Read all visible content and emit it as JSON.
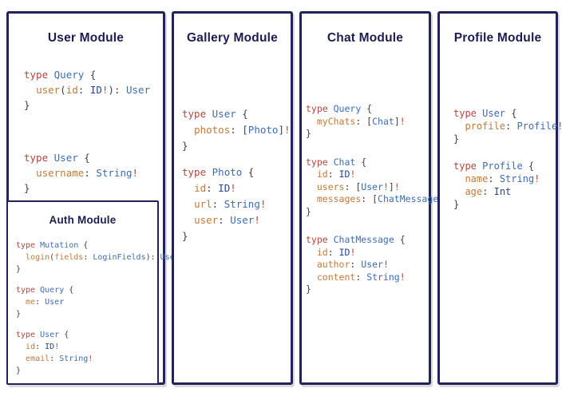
{
  "colors": {
    "panel_border": "#23235a",
    "title_text": "#1d1d4f",
    "keyword": "#b1483e",
    "type_name": "#3c6cb4",
    "scalar_type": "#24468e",
    "field_name": "#c3793b",
    "punctuation": "#3f3f46",
    "bang": "#b1483e",
    "background": "#ffffff"
  },
  "panels": {
    "user": {
      "title": "User Module",
      "code": [
        [
          [
            [
              "k",
              "type "
            ],
            [
              "t",
              "Query "
            ],
            [
              "p",
              "{"
            ]
          ],
          [
            [
              "p",
              "  "
            ],
            [
              "f",
              "user"
            ],
            [
              "p",
              "("
            ],
            [
              "f",
              "id"
            ],
            [
              "p",
              ": "
            ],
            [
              "s",
              "ID"
            ],
            [
              "b",
              "!"
            ],
            [
              "p",
              "): "
            ],
            [
              "t",
              "User"
            ]
          ],
          [
            [
              "p",
              "}"
            ]
          ]
        ],
        [
          [
            [
              "k",
              "type "
            ],
            [
              "t",
              "User "
            ],
            [
              "p",
              "{"
            ]
          ],
          [
            [
              "p",
              "  "
            ],
            [
              "f",
              "username"
            ],
            [
              "p",
              ": "
            ],
            [
              "t",
              "String"
            ],
            [
              "b",
              "!"
            ]
          ],
          [
            [
              "p",
              "}"
            ]
          ]
        ]
      ]
    },
    "auth": {
      "title": "Auth Module",
      "code": [
        [
          [
            [
              "k",
              "type "
            ],
            [
              "t",
              "Mutation "
            ],
            [
              "p",
              "{"
            ]
          ],
          [
            [
              "p",
              "  "
            ],
            [
              "f",
              "login"
            ],
            [
              "p",
              "("
            ],
            [
              "f",
              "fields"
            ],
            [
              "p",
              ": "
            ],
            [
              "t",
              "LoginFields"
            ],
            [
              "p",
              "): "
            ],
            [
              "t",
              "User"
            ]
          ],
          [
            [
              "p",
              "}"
            ]
          ]
        ],
        [
          [
            [
              "k",
              "type "
            ],
            [
              "t",
              "Query "
            ],
            [
              "p",
              "{"
            ]
          ],
          [
            [
              "p",
              "  "
            ],
            [
              "f",
              "me"
            ],
            [
              "p",
              ": "
            ],
            [
              "t",
              "User"
            ]
          ],
          [
            [
              "p",
              "}"
            ]
          ]
        ],
        [
          [
            [
              "k",
              "type "
            ],
            [
              "t",
              "User "
            ],
            [
              "p",
              "{"
            ]
          ],
          [
            [
              "p",
              "  "
            ],
            [
              "f",
              "id"
            ],
            [
              "p",
              ": "
            ],
            [
              "s",
              "ID"
            ],
            [
              "b",
              "!"
            ]
          ],
          [
            [
              "p",
              "  "
            ],
            [
              "f",
              "email"
            ],
            [
              "p",
              ": "
            ],
            [
              "t",
              "String"
            ],
            [
              "b",
              "!"
            ]
          ],
          [
            [
              "p",
              "}"
            ]
          ]
        ]
      ]
    },
    "gallery": {
      "title": "Gallery Module",
      "code": [
        [
          [
            [
              "k",
              "type "
            ],
            [
              "t",
              "User "
            ],
            [
              "p",
              "{"
            ]
          ],
          [
            [
              "p",
              "  "
            ],
            [
              "f",
              "photos"
            ],
            [
              "p",
              ": ["
            ],
            [
              "t",
              "Photo"
            ],
            [
              "p",
              "]"
            ],
            [
              "b",
              "!"
            ]
          ],
          [
            [
              "p",
              "}"
            ]
          ]
        ],
        [
          [
            [
              "k",
              "type "
            ],
            [
              "t",
              "Photo "
            ],
            [
              "p",
              "{"
            ]
          ],
          [
            [
              "p",
              "  "
            ],
            [
              "f",
              "id"
            ],
            [
              "p",
              ": "
            ],
            [
              "s",
              "ID"
            ],
            [
              "b",
              "!"
            ]
          ],
          [
            [
              "p",
              "  "
            ],
            [
              "f",
              "url"
            ],
            [
              "p",
              ": "
            ],
            [
              "t",
              "String"
            ],
            [
              "b",
              "!"
            ]
          ],
          [
            [
              "p",
              "  "
            ],
            [
              "f",
              "user"
            ],
            [
              "p",
              ": "
            ],
            [
              "t",
              "User"
            ],
            [
              "b",
              "!"
            ]
          ],
          [
            [
              "p",
              "}"
            ]
          ]
        ]
      ]
    },
    "chat": {
      "title": "Chat Module",
      "code": [
        [
          [
            [
              "k",
              "type "
            ],
            [
              "t",
              "Query "
            ],
            [
              "p",
              "{"
            ]
          ],
          [
            [
              "p",
              "  "
            ],
            [
              "f",
              "myChats"
            ],
            [
              "p",
              ": ["
            ],
            [
              "t",
              "Chat"
            ],
            [
              "p",
              "]"
            ],
            [
              "b",
              "!"
            ]
          ],
          [
            [
              "p",
              "}"
            ]
          ]
        ],
        [
          [
            [
              "k",
              "type "
            ],
            [
              "t",
              "Chat "
            ],
            [
              "p",
              "{"
            ]
          ],
          [
            [
              "p",
              "  "
            ],
            [
              "f",
              "id"
            ],
            [
              "p",
              ": "
            ],
            [
              "s",
              "ID"
            ],
            [
              "b",
              "!"
            ]
          ],
          [
            [
              "p",
              "  "
            ],
            [
              "f",
              "users"
            ],
            [
              "p",
              ": ["
            ],
            [
              "t",
              "User"
            ],
            [
              "b",
              "!"
            ],
            [
              "p",
              "]"
            ],
            [
              "b",
              "!"
            ]
          ],
          [
            [
              "p",
              "  "
            ],
            [
              "f",
              "messages"
            ],
            [
              "p",
              ": ["
            ],
            [
              "t",
              "ChatMessage"
            ],
            [
              "p",
              "]"
            ],
            [
              "b",
              "!"
            ]
          ],
          [
            [
              "p",
              "}"
            ]
          ]
        ],
        [
          [
            [
              "k",
              "type "
            ],
            [
              "t",
              "ChatMessage "
            ],
            [
              "p",
              "{"
            ]
          ],
          [
            [
              "p",
              "  "
            ],
            [
              "f",
              "id"
            ],
            [
              "p",
              ": "
            ],
            [
              "s",
              "ID"
            ],
            [
              "b",
              "!"
            ]
          ],
          [
            [
              "p",
              "  "
            ],
            [
              "f",
              "author"
            ],
            [
              "p",
              ": "
            ],
            [
              "t",
              "User"
            ],
            [
              "b",
              "!"
            ]
          ],
          [
            [
              "p",
              "  "
            ],
            [
              "f",
              "content"
            ],
            [
              "p",
              ": "
            ],
            [
              "t",
              "String"
            ],
            [
              "b",
              "!"
            ]
          ],
          [
            [
              "p",
              "}"
            ]
          ]
        ]
      ]
    },
    "profile": {
      "title": "Profile Module",
      "code": [
        [
          [
            [
              "k",
              "type "
            ],
            [
              "t",
              "User "
            ],
            [
              "p",
              "{"
            ]
          ],
          [
            [
              "p",
              "  "
            ],
            [
              "f",
              "profile"
            ],
            [
              "p",
              ": "
            ],
            [
              "t",
              "Profile"
            ],
            [
              "b",
              "!"
            ]
          ],
          [
            [
              "p",
              "}"
            ]
          ]
        ],
        [
          [
            [
              "k",
              "type "
            ],
            [
              "t",
              "Profile "
            ],
            [
              "p",
              "{"
            ]
          ],
          [
            [
              "p",
              "  "
            ],
            [
              "f",
              "name"
            ],
            [
              "p",
              ": "
            ],
            [
              "t",
              "String"
            ],
            [
              "b",
              "!"
            ]
          ],
          [
            [
              "p",
              "  "
            ],
            [
              "f",
              "age"
            ],
            [
              "p",
              ": "
            ],
            [
              "s",
              "Int"
            ]
          ],
          [
            [
              "p",
              "}"
            ]
          ]
        ]
      ]
    }
  }
}
